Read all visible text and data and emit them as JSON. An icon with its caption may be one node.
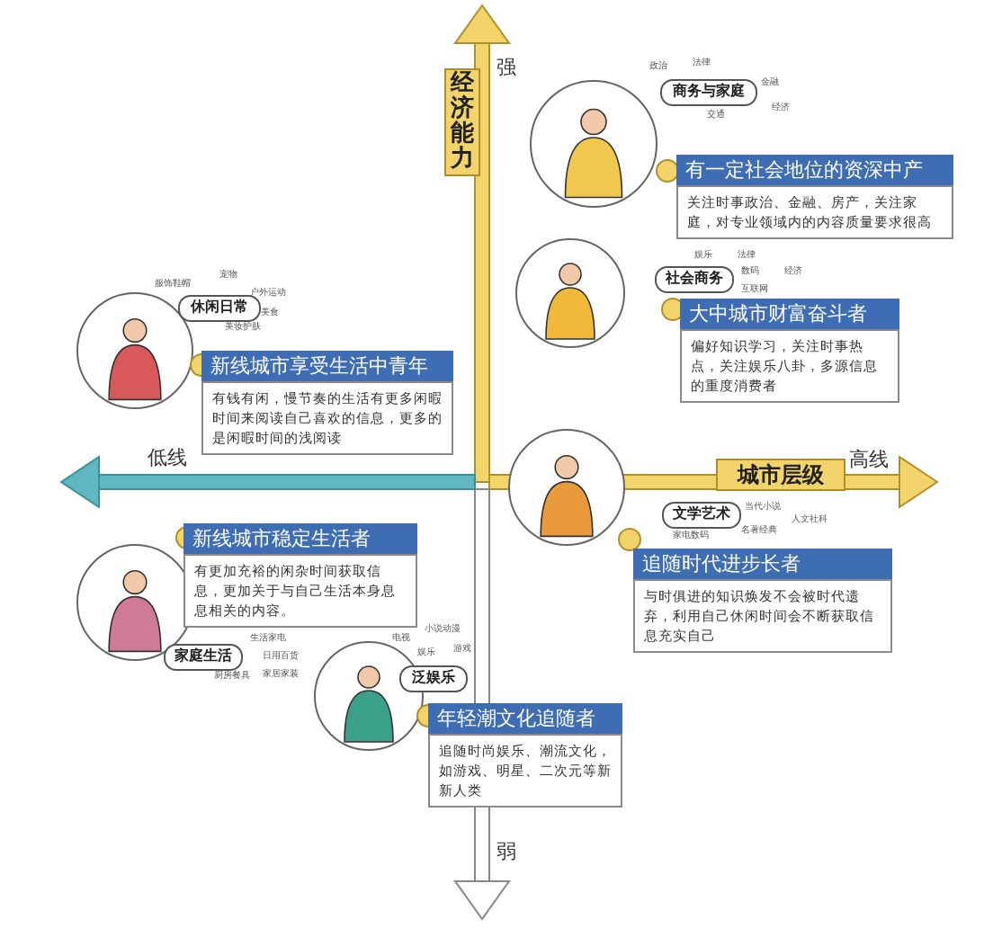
{
  "diagram": {
    "nodes": [
      {
        "text": [
          "经济能力"
        ]
      },
      {
        "text": [
          "城市层级"
        ]
      },
      {
        "text": [
          "有一定社会地位的资深中产",
          "关注时事政治、金融、房产，关注家庭，对专业领域内的内容质量要求很高"
        ]
      },
      {
        "text": [
          "商务与家庭"
        ],
        "beside": [
          "政治",
          "法律",
          "金融",
          "经济",
          "交通"
        ]
      },
      {
        "text": [
          "大中城市财富奋斗者",
          "偏好知识学习，关注时事热点，关注娱乐八卦，多源信息的重度消费者"
        ]
      },
      {
        "text": [
          "社会商务"
        ],
        "beside": [
          "娱乐",
          "法律",
          "数码",
          "经济",
          "互联网"
        ]
      },
      {
        "text": [
          "新线城市享受生活中青年",
          "有钱有闲，慢节奏的生活有更多闲暇时间来阅读自己喜欢的信息，更多的是闲暇时间的浅阅读"
        ]
      },
      {
        "text": [
          "休闲日常"
        ],
        "beside": [
          "服饰鞋帽",
          "宠物",
          "户外运动",
          "美食",
          "美妆护肤"
        ]
      },
      {
        "text": [
          "追随时代进步长者",
          "与时俱进的知识焕发不会被时代遗弃，利用自己休闲时间会不断获取信息充实自己"
        ]
      },
      {
        "text": [
          "文学艺术"
        ],
        "beside": [
          "当代小说",
          "人文社科",
          "家电数码",
          "名著经典"
        ]
      },
      {
        "text": [
          "新线城市稳定生活者",
          "有更加充裕的闲杂时间获取信息，更加关于与自己生活本身息息相关的内容。"
        ]
      },
      {
        "text": [
          "家庭生活"
        ],
        "beside": [
          "生活家电",
          "日用百货",
          "厨房餐具",
          "家居家装"
        ]
      },
      {
        "text": [
          "年轻潮文化追随者",
          "追随时尚娱乐、潮流文化，如游戏、明星、二次元等新新人类"
        ]
      },
      {
        "text": [
          "泛娱乐"
        ],
        "beside": [
          "小说动漫",
          "电视",
          "娱乐",
          "游戏"
        ]
      }
    ],
    "labels": [
      "强",
      "高线",
      "低线",
      "弱"
    ]
  }
}
